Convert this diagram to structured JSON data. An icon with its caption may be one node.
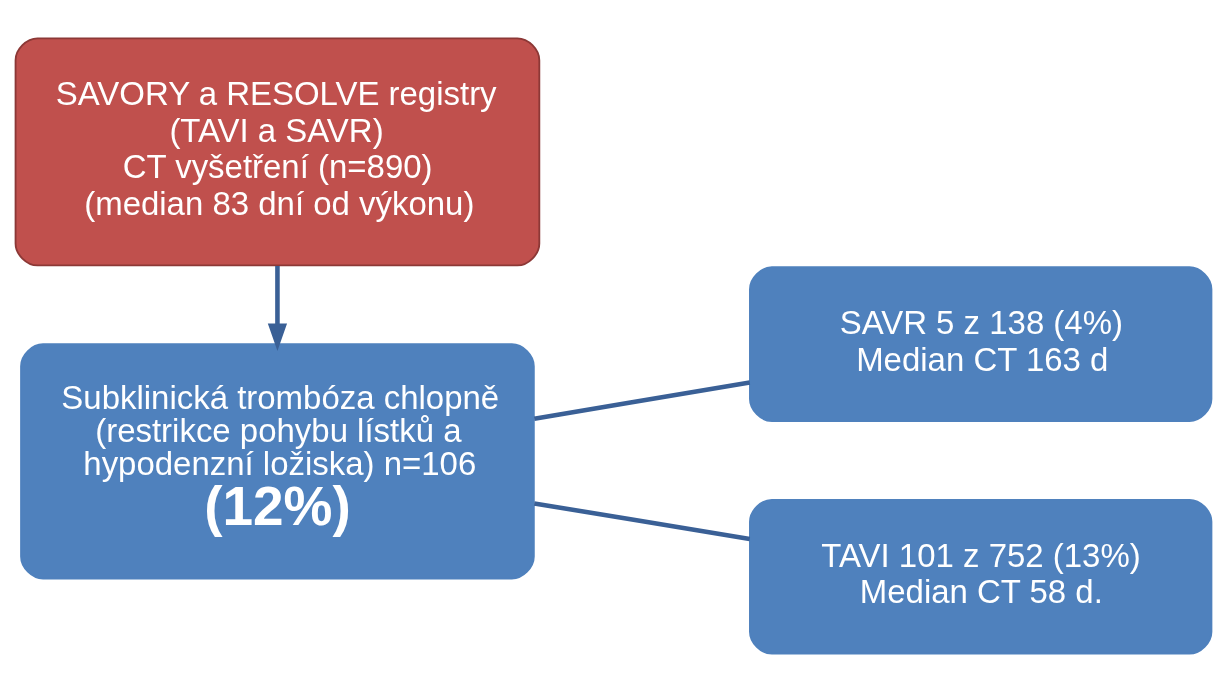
{
  "diagram": {
    "nodes": [
      {
        "text": [
          "SAVORY a RESOLVE registry (TAVI a SAVR)",
          "CT vyšetření (n=890)",
          "(median 83 dní od výkonu)"
        ]
      },
      {
        "text": [
          "Subklinická trombóza chlopně (restrikce pohybu lístků a hypodenzní ložiska) n=106",
          "(12%)"
        ]
      },
      {
        "text": [
          "SAVR 5 z 138 (4%)",
          "Median CT 163 d"
        ]
      },
      {
        "text": [
          "TAVI 101 z 752 (13%)",
          "Median CT 58 d."
        ]
      }
    ],
    "edges": [
      {
        "from": 0,
        "to": 1,
        "arrow": "to"
      },
      {
        "from": 1,
        "to": 2,
        "arrow": "none"
      },
      {
        "from": 1,
        "to": 3,
        "arrow": "none"
      }
    ]
  }
}
